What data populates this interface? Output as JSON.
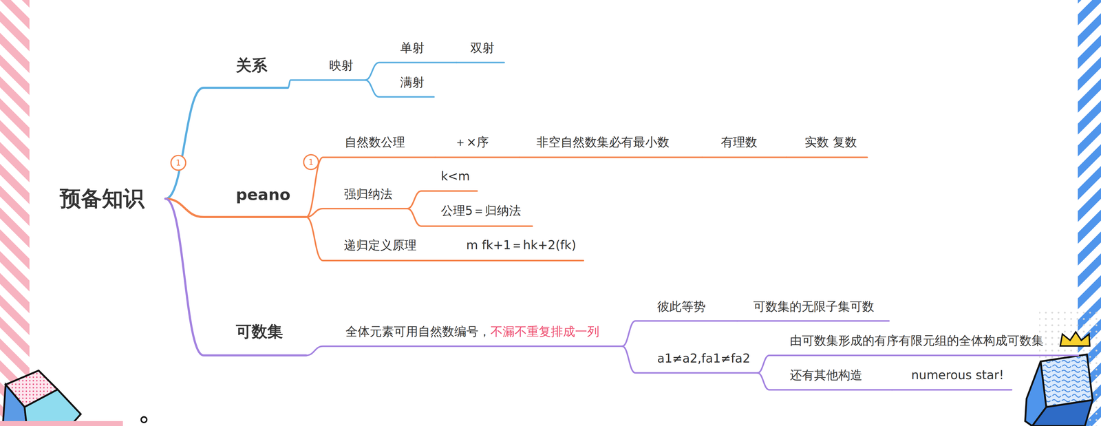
{
  "diagram": {
    "nodes": [
      {
        "text": [
          "预备知识"
        ]
      },
      {
        "text": [
          "关系"
        ]
      },
      {
        "text": [
          "映射"
        ]
      },
      {
        "text": [
          "单射"
        ]
      },
      {
        "text": [
          "双射"
        ]
      },
      {
        "text": [
          "满射"
        ]
      },
      {
        "text": [
          "peano"
        ]
      },
      {
        "text": [
          "自然数公理"
        ]
      },
      {
        "text": [
          "＋×序"
        ]
      },
      {
        "text": [
          "非空自然数集必有最小数"
        ]
      },
      {
        "text": [
          "有理数"
        ]
      },
      {
        "text": [
          "实数 复数"
        ]
      },
      {
        "text": [
          "强归纳法"
        ]
      },
      {
        "text": [
          "k<m"
        ]
      },
      {
        "text": [
          "公理5＝归纳法"
        ]
      },
      {
        "text": [
          "递归定义原理"
        ]
      },
      {
        "text": [
          "m fk+1＝hk+2(fk)"
        ]
      },
      {
        "text": [
          "可数集"
        ]
      },
      {
        "text": [
          "全体元素可用自然数编号，",
          "不漏不重复排成一列"
        ]
      },
      {
        "text": [
          "彼此等势"
        ]
      },
      {
        "text": [
          "可数集的无限子集可数"
        ]
      },
      {
        "text": [
          "a1≠a2,fa1≠fa2"
        ]
      },
      {
        "text": [
          "由可数集形成的有序有限元组的全体构成可数集"
        ]
      },
      {
        "text": [
          "还有其他构造"
        ]
      },
      {
        "text": [
          "numerous star!"
        ]
      }
    ],
    "edges": [
      {
        "from": 0,
        "to": 1,
        "arrow": "none"
      },
      {
        "from": 1,
        "to": 2,
        "arrow": "none"
      },
      {
        "from": 2,
        "to": 3,
        "arrow": "none"
      },
      {
        "from": 3,
        "to": 4,
        "arrow": "none"
      },
      {
        "from": 2,
        "to": 5,
        "arrow": "none"
      },
      {
        "from": 0,
        "to": 6,
        "arrow": "none"
      },
      {
        "from": 6,
        "to": 7,
        "arrow": "none"
      },
      {
        "from": 7,
        "to": 8,
        "arrow": "none"
      },
      {
        "from": 8,
        "to": 9,
        "arrow": "none"
      },
      {
        "from": 9,
        "to": 10,
        "arrow": "none"
      },
      {
        "from": 10,
        "to": 11,
        "arrow": "none"
      },
      {
        "from": 6,
        "to": 12,
        "arrow": "none"
      },
      {
        "from": 12,
        "to": 13,
        "arrow": "none"
      },
      {
        "from": 12,
        "to": 14,
        "arrow": "none"
      },
      {
        "from": 6,
        "to": 15,
        "arrow": "none"
      },
      {
        "from": 15,
        "to": 16,
        "arrow": "none"
      },
      {
        "from": 0,
        "to": 17,
        "arrow": "none"
      },
      {
        "from": 17,
        "to": 18,
        "arrow": "none"
      },
      {
        "from": 18,
        "to": 19,
        "arrow": "none"
      },
      {
        "from": 19,
        "to": 20,
        "arrow": "none"
      },
      {
        "from": 18,
        "to": 21,
        "arrow": "none"
      },
      {
        "from": 21,
        "to": 22,
        "arrow": "none"
      },
      {
        "from": 21,
        "to": 23,
        "arrow": "none"
      },
      {
        "from": 23,
        "to": 24,
        "arrow": "none"
      }
    ],
    "labels": [
      "1",
      "1"
    ]
  }
}
